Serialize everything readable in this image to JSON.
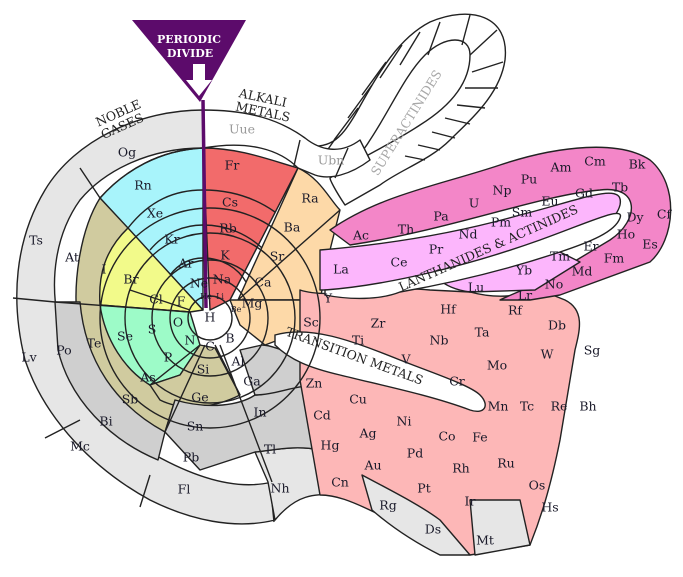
{
  "title": "Spiral Periodic Table",
  "captions": {
    "periodic_divide_line1": "PERIODIC",
    "periodic_divide_line2": "DIVIDE",
    "alkali_line1": "ALKALI",
    "alkali_line2": "METALS",
    "noble_line1": "NOBLE",
    "noble_line2": "GASES",
    "superactinides": "SUPERACTINIDES",
    "lanthanides_actinides": "LANTHANIDES & ACTINIDES",
    "transition_metals": "TRANSITION METALS"
  },
  "colors": {
    "periodic_divide": "#5c0b6b",
    "alkali": "#f26b6b",
    "alkaline_earth": "#fdd9a8",
    "noble": "#a8f4fb",
    "halogen_nonmetal": "#f2fa8a",
    "chalcogen_pnictogen": "#9dfbc8",
    "metalloid": "#d0cb9f",
    "post_transition": "#cfcfcf",
    "unknown": "#e6e6e6",
    "lanthanide": "#fcb6fc",
    "actinide": "#f386c8",
    "transition": "#fdb7b7",
    "superactinide": "#ffffff"
  },
  "elements": {
    "H": "H",
    "He": "He",
    "Li": "Li",
    "Be": "Be",
    "B": "B",
    "C": "C",
    "N": "N",
    "O": "O",
    "F": "F",
    "Ne": "Ne",
    "Na": "Na",
    "Mg": "Mg",
    "Al": "Al",
    "Si": "Si",
    "P": "P",
    "S": "S",
    "Cl": "Cl",
    "Ar": "Ar",
    "K": "K",
    "Ca": "Ca",
    "Ga": "Ga",
    "Ge": "Ge",
    "As": "As",
    "Se": "Se",
    "Br": "Br",
    "Kr": "Kr",
    "Rb": "Rb",
    "Sr": "Sr",
    "In": "In",
    "Sn": "Sn",
    "Sb": "Sb",
    "Te": "Te",
    "I": "I",
    "Xe": "Xe",
    "Cs": "Cs",
    "Ba": "Ba",
    "Tl": "Tl",
    "Pb": "Pb",
    "Bi": "Bi",
    "Po": "Po",
    "At": "At",
    "Rn": "Rn",
    "Fr": "Fr",
    "Ra": "Ra",
    "Nh": "Nh",
    "Fl": "Fl",
    "Mc": "Mc",
    "Lv": "Lv",
    "Ts": "Ts",
    "Og": "Og",
    "Uue": "Uue",
    "Ubn": "Ubn",
    "Sc": "Sc",
    "Ti": "Ti",
    "V": "V",
    "Cr": "Cr",
    "Mn": "Mn",
    "Fe": "Fe",
    "Co": "Co",
    "Ni": "Ni",
    "Cu": "Cu",
    "Zn": "Zn",
    "Y": "Y",
    "Zr": "Zr",
    "Nb": "Nb",
    "Mo": "Mo",
    "Tc": "Tc",
    "Ru": "Ru",
    "Rh": "Rh",
    "Pd": "Pd",
    "Ag": "Ag",
    "Cd": "Cd",
    "Hf": "Hf",
    "Ta": "Ta",
    "W": "W",
    "Re": "Re",
    "Os": "Os",
    "Ir": "Ir",
    "Pt": "Pt",
    "Au": "Au",
    "Hg": "Hg",
    "Rf": "Rf",
    "Db": "Db",
    "Sg": "Sg",
    "Bh": "Bh",
    "Hs": "Hs",
    "Mt": "Mt",
    "Ds": "Ds",
    "Rg": "Rg",
    "Cn": "Cn",
    "La": "La",
    "Ce": "Ce",
    "Pr": "Pr",
    "Nd": "Nd",
    "Pm": "Pm",
    "Sm": "Sm",
    "Eu": "Eu",
    "Gd": "Gd",
    "Tb": "Tb",
    "Dy": "Dy",
    "Ho": "Ho",
    "Er": "Er",
    "Tm": "Tm",
    "Yb": "Yb",
    "Lu": "Lu",
    "Ac": "Ac",
    "Th": "Th",
    "Pa": "Pa",
    "U": "U",
    "Np": "Np",
    "Pu": "Pu",
    "Am": "Am",
    "Cm": "Cm",
    "Bk": "Bk",
    "Cf": "Cf",
    "Es": "Es",
    "Fm": "Fm",
    "Md": "Md",
    "No": "No",
    "Lr": "Lr"
  }
}
